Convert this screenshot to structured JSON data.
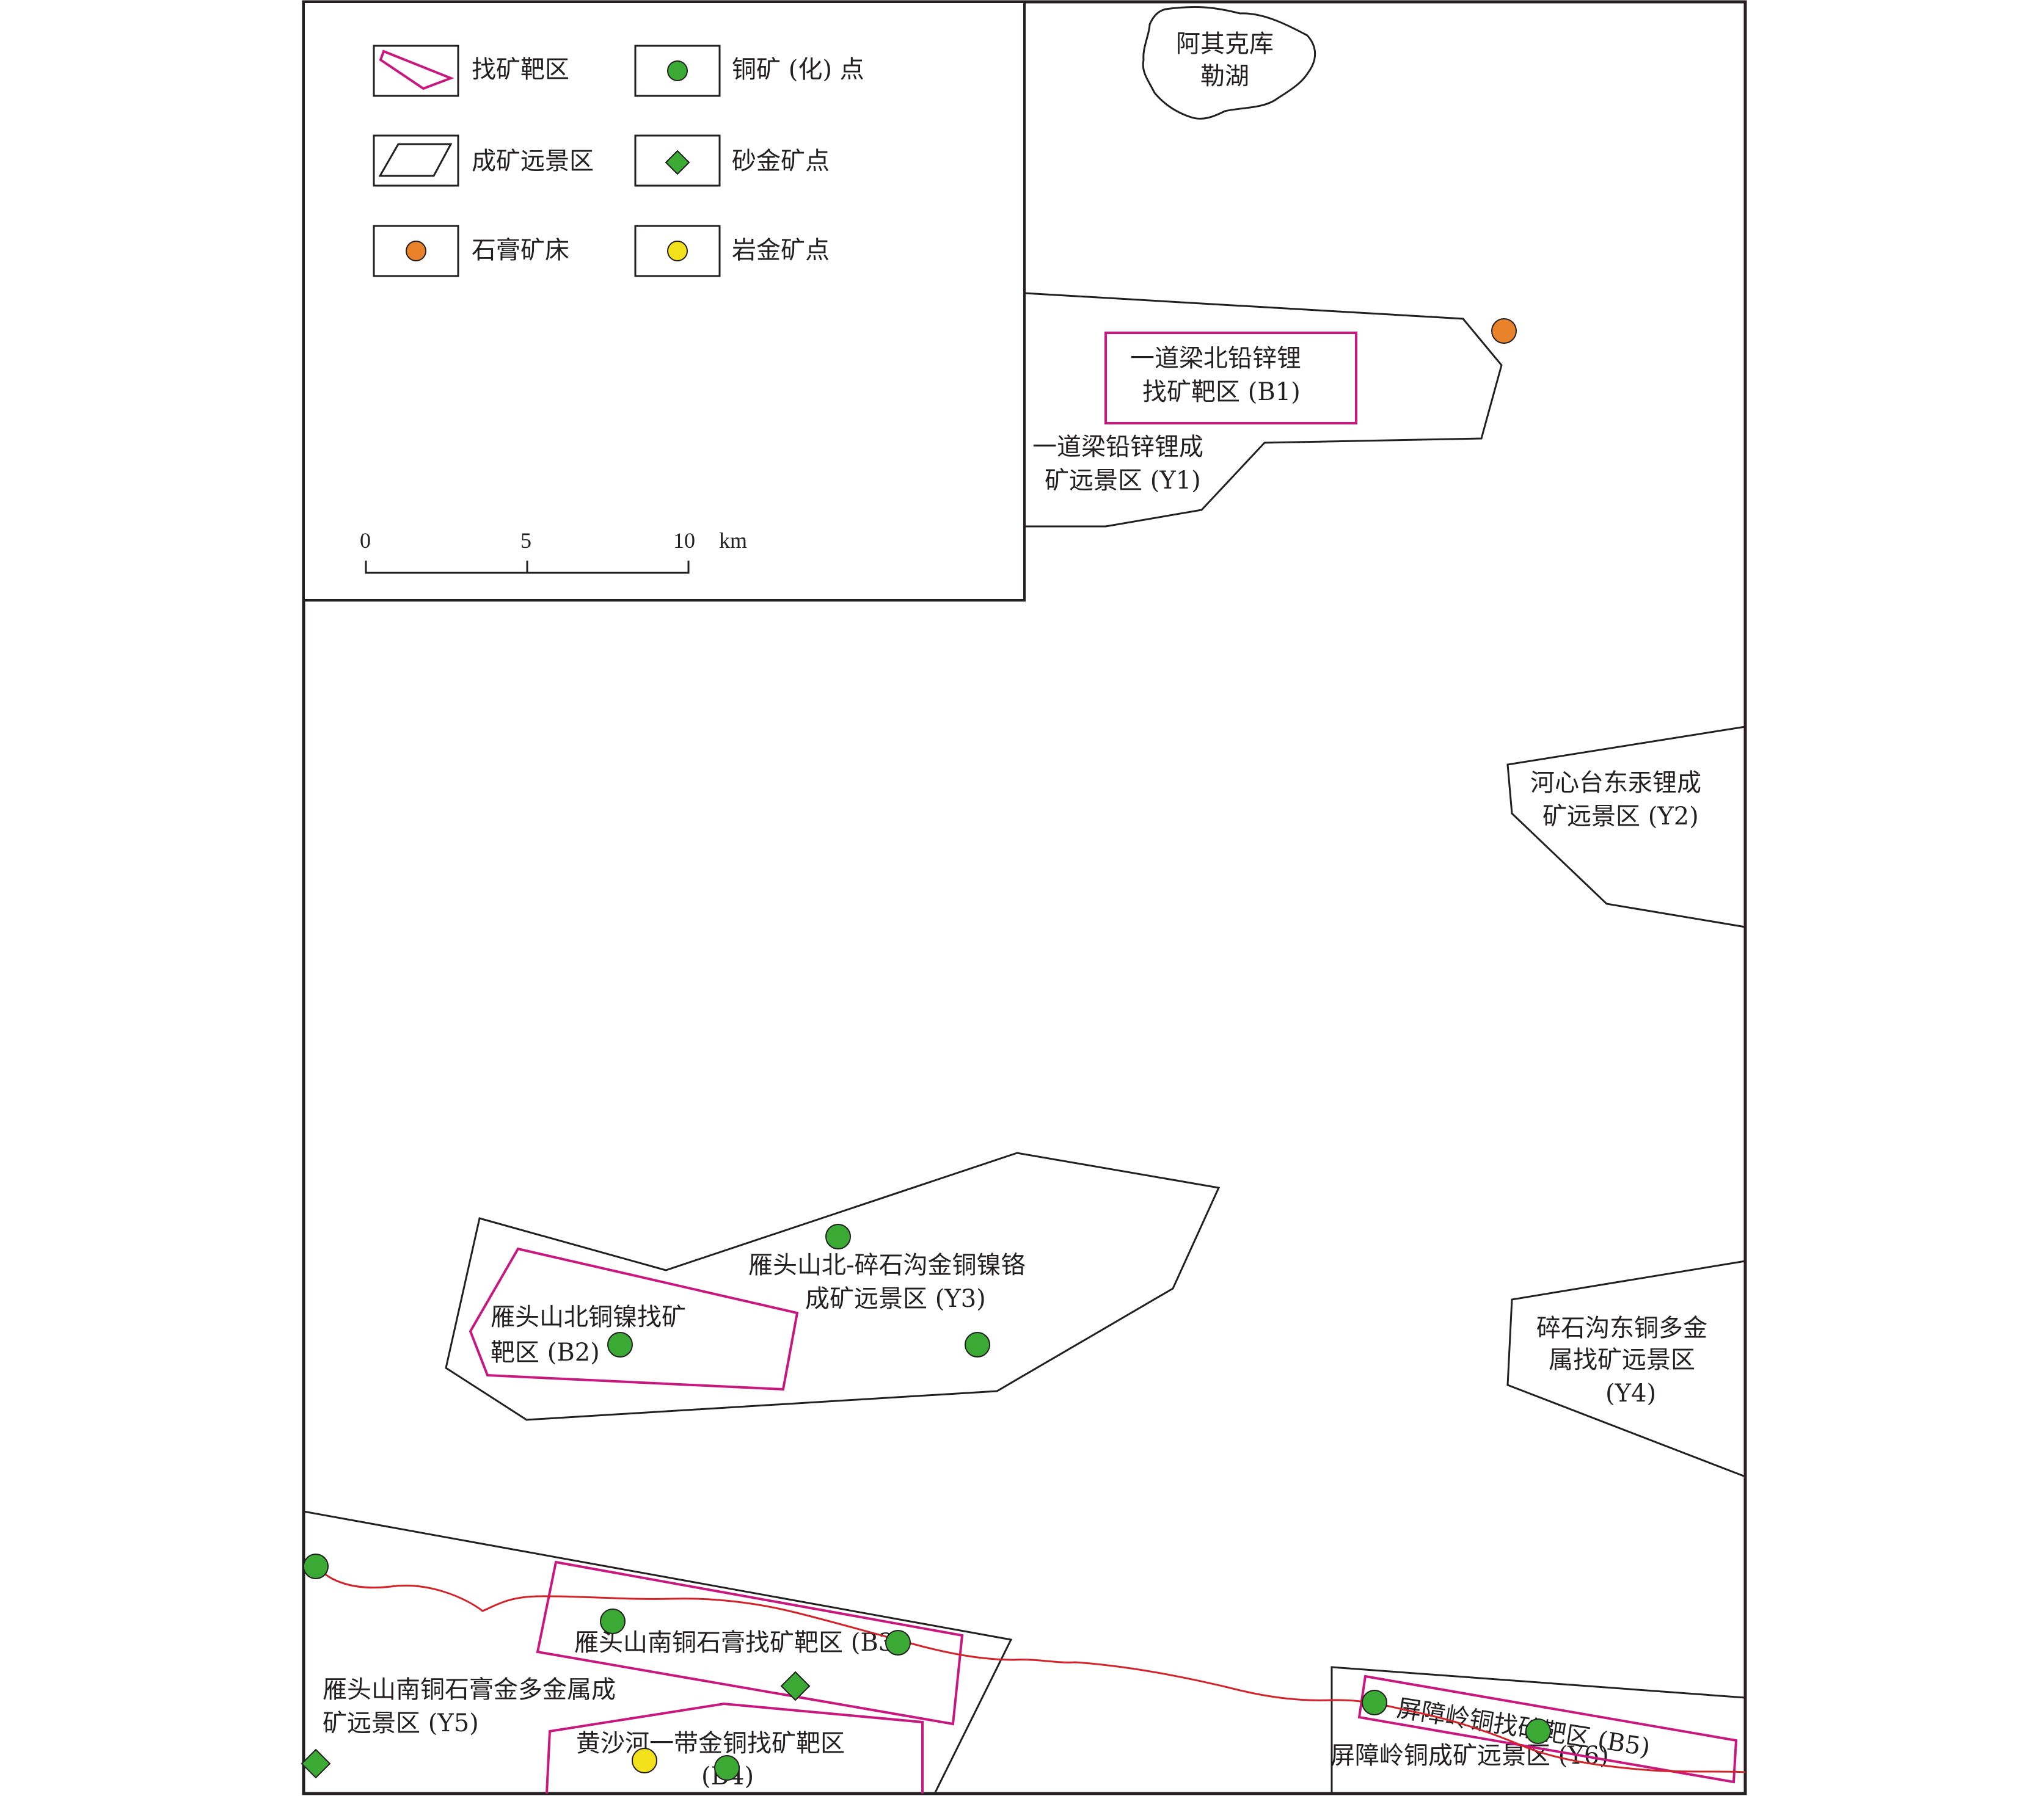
{
  "legend": {
    "target_area": "找矿靶区",
    "prospect_area": "成矿远景区",
    "gypsum_deposit": "石膏矿床",
    "copper_occurrence": "铜矿 (化) 点",
    "placer_gold": "砂金矿点",
    "rock_gold": "岩金矿点"
  },
  "scale": {
    "tick0": "0",
    "tick5": "5",
    "tick10": "10",
    "unit": "km"
  },
  "lake": {
    "line1": "阿其克库",
    "line2": "勒湖"
  },
  "areas": {
    "y1": {
      "line1": "一道梁铅锌锂成",
      "line2": "矿远景区 (Y1)"
    },
    "b1": {
      "line1": "一道梁北铅锌锂",
      "line2": "找矿靶区 (B1)"
    },
    "y2": {
      "line1": "河心台东汞锂成",
      "line2": "矿远景区 (Y2)"
    },
    "y3": {
      "line1": "雁头山北-碎石沟金铜镍铬",
      "line2": "成矿远景区 (Y3)"
    },
    "b2": {
      "line1": "雁头山北铜镍找矿",
      "line2": "靶区 (B2)"
    },
    "y4": {
      "line1": "碎石沟东铜多金",
      "line2": "属找矿远景区",
      "line3": "(Y4)"
    },
    "b3": {
      "line1": "雁头山南铜石膏找矿靶区 (B3)"
    },
    "y5": {
      "line1": "雁头山南铜石膏金多金属成",
      "line2": "矿远景区 (Y5)"
    },
    "b4": {
      "line1": "黄沙河一带金铜找矿靶区",
      "line2": "(B4)"
    },
    "b5": {
      "line1": "屏障岭铜找矿靶区 (B5)"
    },
    "y6": {
      "line1": "屏障岭铜成矿远景区 (Y6)"
    }
  },
  "colors": {
    "target_outline": "#c8177f",
    "prospect_outline": "#231f20",
    "copper": "#3aaa35",
    "placer_gold": "#3aaa35",
    "rock_gold": "#f2e11b",
    "gypsum": "#e8822a",
    "river": "#d2232a"
  }
}
